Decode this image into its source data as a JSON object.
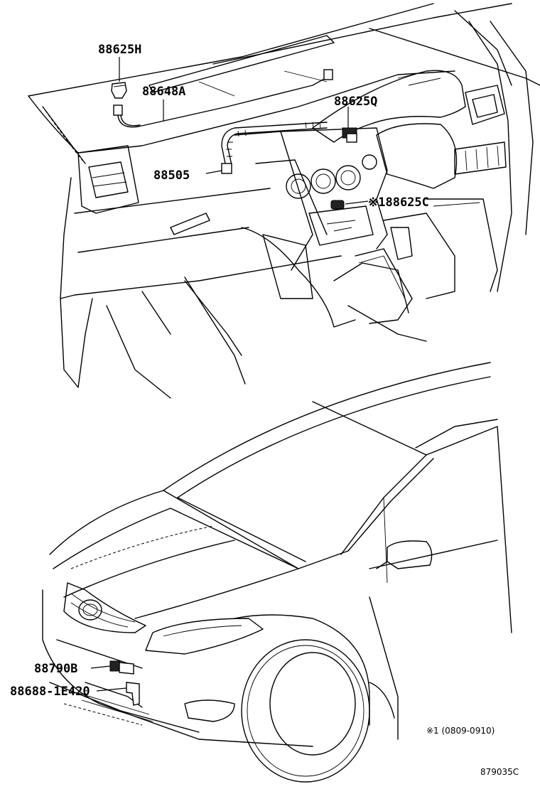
{
  "diagram": {
    "callouts": [
      {
        "id": "c1",
        "text": "88625H"
      },
      {
        "id": "c2",
        "text": "88648A"
      },
      {
        "id": "c3",
        "text": "88625Q"
      },
      {
        "id": "c4",
        "text": "88505"
      },
      {
        "id": "c5",
        "text": "※188625C"
      },
      {
        "id": "c6",
        "text": "88790B"
      },
      {
        "id": "c7",
        "text": "88688-1E420"
      }
    ],
    "footnote": "※1 (0809-0910)",
    "figure_code": "879035C"
  }
}
